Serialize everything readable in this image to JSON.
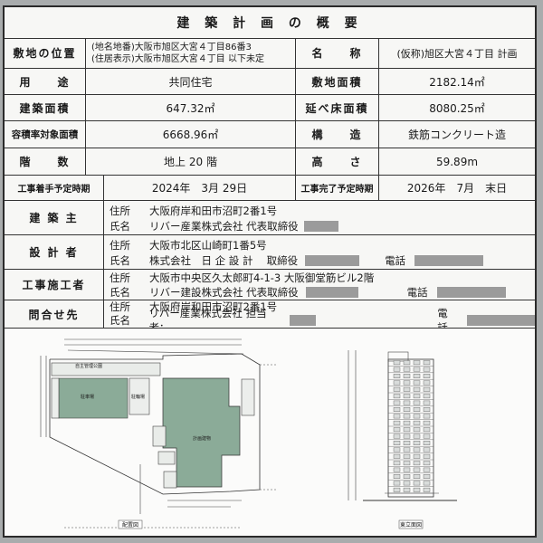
{
  "board": {
    "title": "建 築 計 画 の 概 要",
    "site_location": {
      "label": "敷地の位置",
      "line1": "(地名地番)大阪市旭区大宮４丁目86番3",
      "line2": "(住居表示)大阪市旭区大宮４丁目  以下未定"
    },
    "name": {
      "label": "名　　称",
      "value": "(仮称)旭区大宮４丁目 計画"
    },
    "use": {
      "label": "用　　途",
      "value": "共同住宅"
    },
    "site_area": {
      "label": "敷地面積",
      "value": "2182.14㎡"
    },
    "building_area": {
      "label": "建築面積",
      "value": "647.32㎡"
    },
    "total_floor_area": {
      "label": "延べ床面積",
      "value": "8080.25㎡"
    },
    "far_area": {
      "label": "容積率対象面積",
      "value": "6668.96㎡"
    },
    "structure": {
      "label": "構　　造",
      "value": "鉄筋コンクリート造"
    },
    "floors": {
      "label": "階　　数",
      "value": "地上 20 階"
    },
    "height": {
      "label": "高　　さ",
      "value": "59.89m"
    },
    "start": {
      "label": "工事着手予定時期",
      "value": "2024年　3月 29日"
    },
    "finish": {
      "label": "工事完了予定時期",
      "value": "2026年　7月　末日"
    },
    "owner": {
      "label": "建 築 主",
      "addr_key": "住所",
      "addr": "大阪府岸和田市沼町2番1号",
      "name_key": "氏名",
      "name": "リバー産業株式会社  代表取締役"
    },
    "designer": {
      "label": "設 計 者",
      "addr_key": "住所",
      "addr": "大阪市北区山崎町1番5号",
      "name_key": "氏名",
      "name": "株式会社　日 企 設 計　 取締役",
      "tel_key": "電話"
    },
    "contractor": {
      "label": "工事施工者",
      "addr_key": "住所",
      "addr": "大阪市中央区久太郎町4-1-3  大阪御堂筋ビル2階",
      "name_key": "氏名",
      "name": "リバー建設株式会社  代表取締役",
      "tel_key": "電話"
    },
    "contact": {
      "label": "問合せ先",
      "addr_key": "住所",
      "addr": "大阪府岸和田市沼町2番1号",
      "name_key": "氏名",
      "name": "リバー産業株式会社  担当者：",
      "tel_key": "電話"
    }
  },
  "drawings": {
    "site_plan_label": "配置図",
    "elevation_label": "東立面図",
    "site_plan_texts": [
      "自主管理公園",
      "駐輪場",
      "駐車場",
      "計画建物"
    ]
  },
  "colors": {
    "green": "#8bab98",
    "line": "#333333",
    "board": "#f7f7f5"
  }
}
